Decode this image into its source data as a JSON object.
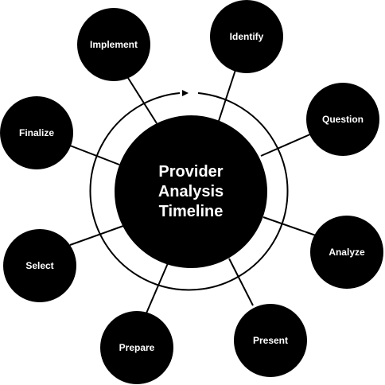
{
  "center": {
    "lines": [
      "Provider",
      "Analysis",
      "Timeline"
    ]
  },
  "nodes": [
    {
      "id": "implement",
      "label": "Implement"
    },
    {
      "id": "identify",
      "label": "Identify"
    },
    {
      "id": "question",
      "label": "Question"
    },
    {
      "id": "finalize",
      "label": "Finalize"
    },
    {
      "id": "analyze",
      "label": "Analyze"
    },
    {
      "id": "select",
      "label": "Select"
    },
    {
      "id": "present",
      "label": "Present"
    },
    {
      "id": "prepare",
      "label": "Prepare"
    }
  ],
  "colors": {
    "fill": "#000000",
    "text": "#ffffff",
    "background": "#ffffff"
  },
  "icons": {
    "ring_arrow": "clockwise-arrow-icon"
  }
}
